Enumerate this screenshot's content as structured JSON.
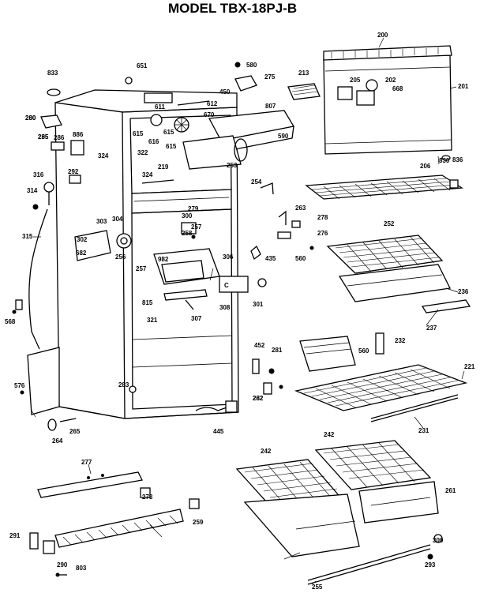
{
  "title": "MODEL TBX-18PJ-B",
  "labels": [
    "200",
    "201",
    "202",
    "205",
    "206",
    "213",
    "219",
    "221",
    "231",
    "232",
    "236",
    "237",
    "242",
    "252",
    "253",
    "254",
    "255",
    "256",
    "257",
    "258",
    "259",
    "260",
    "261",
    "262",
    "263",
    "264",
    "265",
    "273",
    "275",
    "276",
    "277",
    "278",
    "279",
    "280",
    "281",
    "282",
    "283",
    "285",
    "286",
    "290",
    "291",
    "292",
    "293",
    "295",
    "300",
    "301",
    "302",
    "303",
    "304",
    "306",
    "307",
    "308",
    "309",
    "314",
    "315",
    "316",
    "321",
    "322",
    "324",
    "435",
    "445",
    "450",
    "452",
    "560",
    "568",
    "576",
    "580",
    "590",
    "611",
    "612",
    "615",
    "616",
    "651",
    "668",
    "670",
    "682",
    "803",
    "807",
    "815",
    "830",
    "833",
    "836",
    "886",
    "982"
  ]
}
